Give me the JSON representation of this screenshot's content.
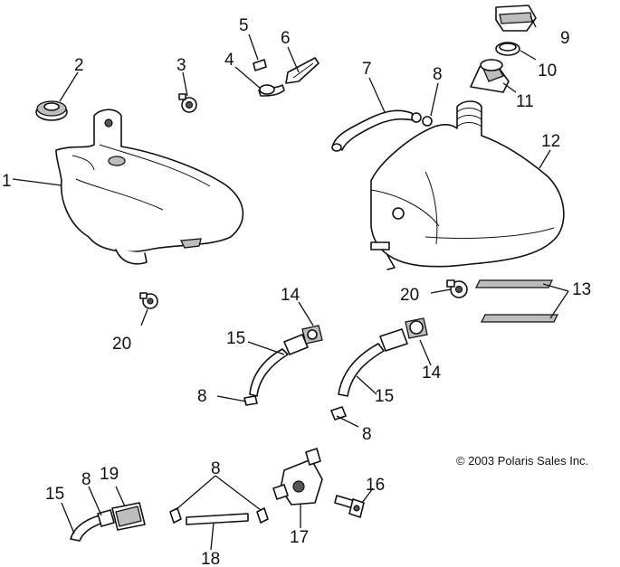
{
  "diagram": {
    "copyright": "© 2003 Polaris Sales Inc.",
    "callouts": [
      "1",
      "2",
      "3",
      "4",
      "5",
      "6",
      "7",
      "8",
      "9",
      "10",
      "11",
      "12",
      "8",
      "13",
      "14",
      "15",
      "20",
      "20",
      "8",
      "14",
      "15",
      "8",
      "15",
      "8",
      "19",
      "8",
      "16",
      "17",
      "18"
    ]
  }
}
